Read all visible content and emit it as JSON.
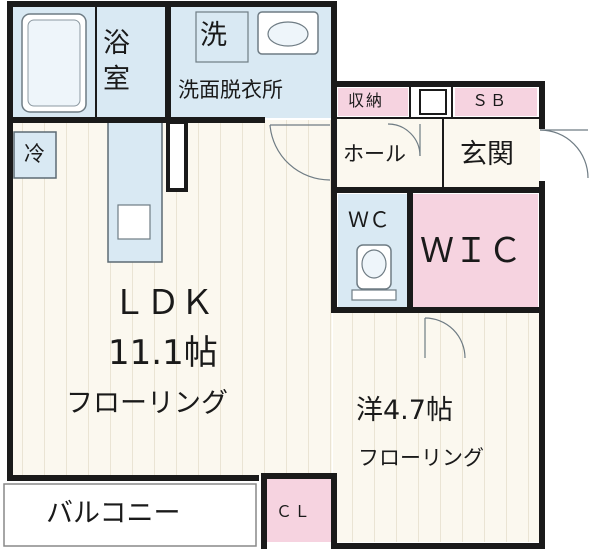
{
  "rooms": {
    "bath": {
      "label_top": "浴",
      "label_bottom": "室"
    },
    "washroom": {
      "wash_label": "洗",
      "label": "洗面脱衣所"
    },
    "storage": {
      "label": "収納"
    },
    "shoebox": {
      "label": "ＳＢ"
    },
    "hall": {
      "label": "ホール"
    },
    "entrance": {
      "label": "玄関"
    },
    "refrigerator": {
      "label": "冷"
    },
    "wc": {
      "label": "ＷＣ"
    },
    "wic": {
      "label": "ＷＩＣ"
    },
    "ldk": {
      "name": "ＬＤＫ",
      "size": "11.1帖",
      "floor": "フローリング"
    },
    "western": {
      "name_size": "洋4.7帖",
      "floor": "フローリング"
    },
    "closet": {
      "label": "ＣＬ"
    },
    "balcony": {
      "label": "バルコニー"
    }
  },
  "colors": {
    "wet_area": "#d9e9f3",
    "closet_pink": "#f6d3e0",
    "floor_wood": "#fbf8ef",
    "wall": "#1a1a1a"
  }
}
